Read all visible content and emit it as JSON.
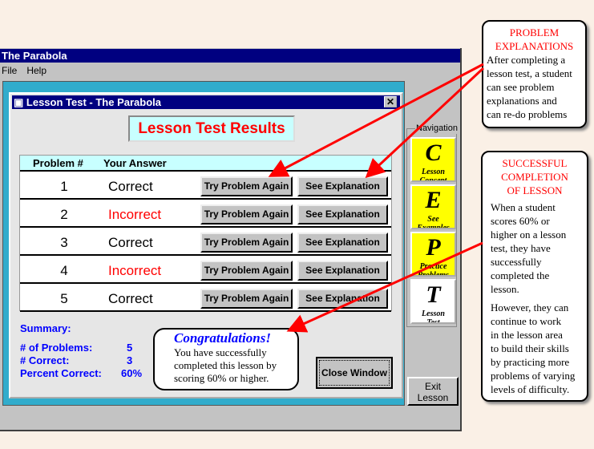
{
  "app": {
    "title": "The Parabola",
    "menu": [
      "File",
      "Help"
    ]
  },
  "dialog": {
    "title": "Lesson Test - The Parabola",
    "close_icon": "close-icon",
    "results_title": "Lesson Test Results",
    "columns": [
      "Problem #",
      "Your Answer"
    ],
    "rows": [
      {
        "num": "1",
        "answer": "Correct",
        "correct": true
      },
      {
        "num": "2",
        "answer": "Incorrect",
        "correct": false
      },
      {
        "num": "3",
        "answer": "Correct",
        "correct": true
      },
      {
        "num": "4",
        "answer": "Incorrect",
        "correct": false
      },
      {
        "num": "5",
        "answer": "Correct",
        "correct": true
      }
    ],
    "try_label": "Try Problem Again",
    "explain_label": "See Explanation",
    "summary": {
      "heading": "Summary:",
      "problems_label": "# of Problems:",
      "problems_value": "5",
      "correct_label": "# Correct:",
      "correct_value": "3",
      "percent_label": "Percent Correct:",
      "percent_value": "60%"
    },
    "congrats": {
      "title": "Congratulations!",
      "lines": [
        "You have successfully",
        "completed this lesson by",
        "scoring 60% or higher."
      ]
    },
    "close_window": "Close Window"
  },
  "navigation": {
    "label": "Navigation",
    "items": [
      {
        "letter": "C",
        "l1": "Lesson",
        "l2": "Concept",
        "color": "#FFFF00"
      },
      {
        "letter": "E",
        "l1": "See",
        "l2": "Examples",
        "color": "#FFFF00"
      },
      {
        "letter": "P",
        "l1": "Practice",
        "l2": "Problems",
        "color": "#FFFF00"
      },
      {
        "letter": "T",
        "l1": "Lesson",
        "l2": "Test",
        "color": "#FFFFFF"
      }
    ],
    "exit_l1": "Exit",
    "exit_l2": "Lesson"
  },
  "callouts": {
    "explanations": {
      "heading_1": "PROBLEM",
      "heading_2": "EXPLANATIONS",
      "body": [
        "After completing a",
        "lesson test, a student",
        "can see problem",
        "explanations and",
        "can re-do problems"
      ]
    },
    "completion": {
      "heading_1": "SUCCESSFUL",
      "heading_2": "COMPLETION",
      "heading_3": "OF  LESSON",
      "body1": [
        "When a student",
        "scores 60% or",
        "higher on a lesson",
        "test, they have",
        "successfully",
        "completed the",
        "lesson."
      ],
      "body2": [
        "However, they can",
        "continue to work",
        "in the lesson area",
        "to build their skills",
        "by practicing more",
        "problems of varying",
        "levels of difficulty."
      ]
    }
  },
  "colors": {
    "titlebar": "#000080",
    "cyan": "#31ACCC",
    "incorrect": "#FF0000",
    "summary": "#0000FF",
    "arrow": "#FF0000"
  }
}
